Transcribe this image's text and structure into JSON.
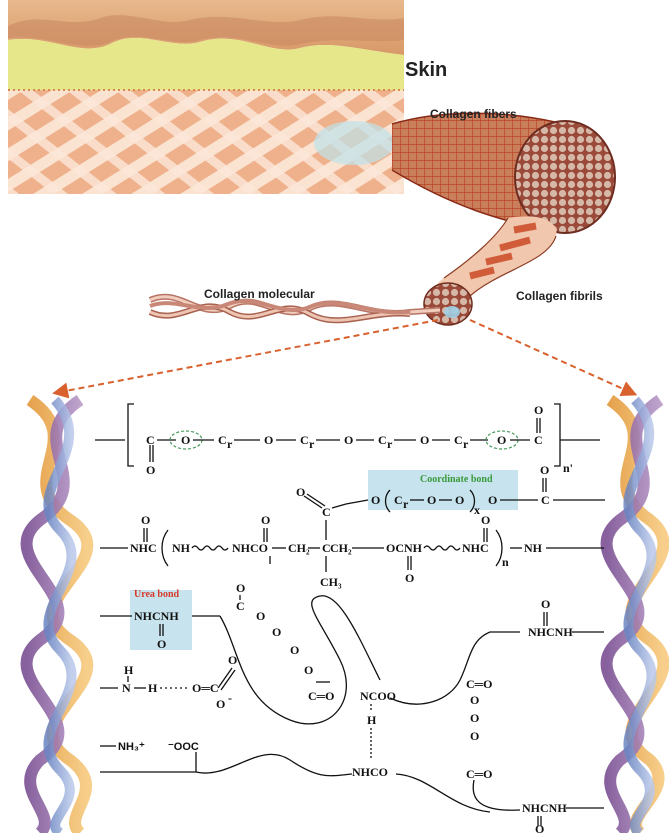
{
  "labels": {
    "skin": "Skin",
    "fibers": "Collagen fibers",
    "molecular": "Collagen molecular",
    "fibrils": "Collagen fibrils",
    "coordinate_bond": "Coordinate bond",
    "urea_bond": "Urea bond"
  },
  "chem": {
    "row1_c1": "C",
    "row1_o1": "O",
    "row1_cr1": "C",
    "row1_cr1_sub": "r",
    "row1_o2": "O",
    "row1_cr2": "C",
    "row1_cr2_sub": "r",
    "row1_o3": "O",
    "row1_cr3": "C",
    "row1_cr3_sub": "r",
    "row1_o4": "O",
    "row1_cr4": "C",
    "row1_cr4_sub": "r",
    "row1_o5": "O",
    "row1_c2": "C",
    "row1_n": "n'",
    "coord_o1": "O",
    "coord_cr": "C",
    "coord_cr_sub": "r",
    "coord_o2": "O",
    "coord_o3": "O",
    "coord_x": "x",
    "coord_o4": "O",
    "coord_c": "C",
    "row2_nhc": "NHC",
    "row2_nh1": "NH",
    "row2_nhco": "NHCO",
    "row2_ch2": "CH₂",
    "row2_c": "C",
    "row2_ch2b": "CH₂",
    "row2_ocnh": "OCNH",
    "row2_nhc2": "NHC",
    "row2_nsub": "n",
    "row2_nh2": "NH",
    "row2_ch3": "CH₃",
    "row2_o": "O",
    "urea_top": "NHCNH",
    "urea_o": "O",
    "right_nhcnh": "NHCNH",
    "right_o": "O",
    "row4_n": "N",
    "row4_h": "H",
    "row4_h2": "H",
    "row4_oc": "O═C",
    "row4_o": "O",
    "row4_minus": "-",
    "ester_o": "O",
    "ester_c": "C",
    "nh3": "NH₃⁺",
    "ooc": "⁻OOC",
    "mid_ncoo": "NCOO",
    "mid_h": "H",
    "mid_nhco": "NHCO",
    "rc_o": "C═O",
    "rc_c": "C═O",
    "bot_nhcnh": "NHCNH",
    "bot_o": "O"
  }
}
